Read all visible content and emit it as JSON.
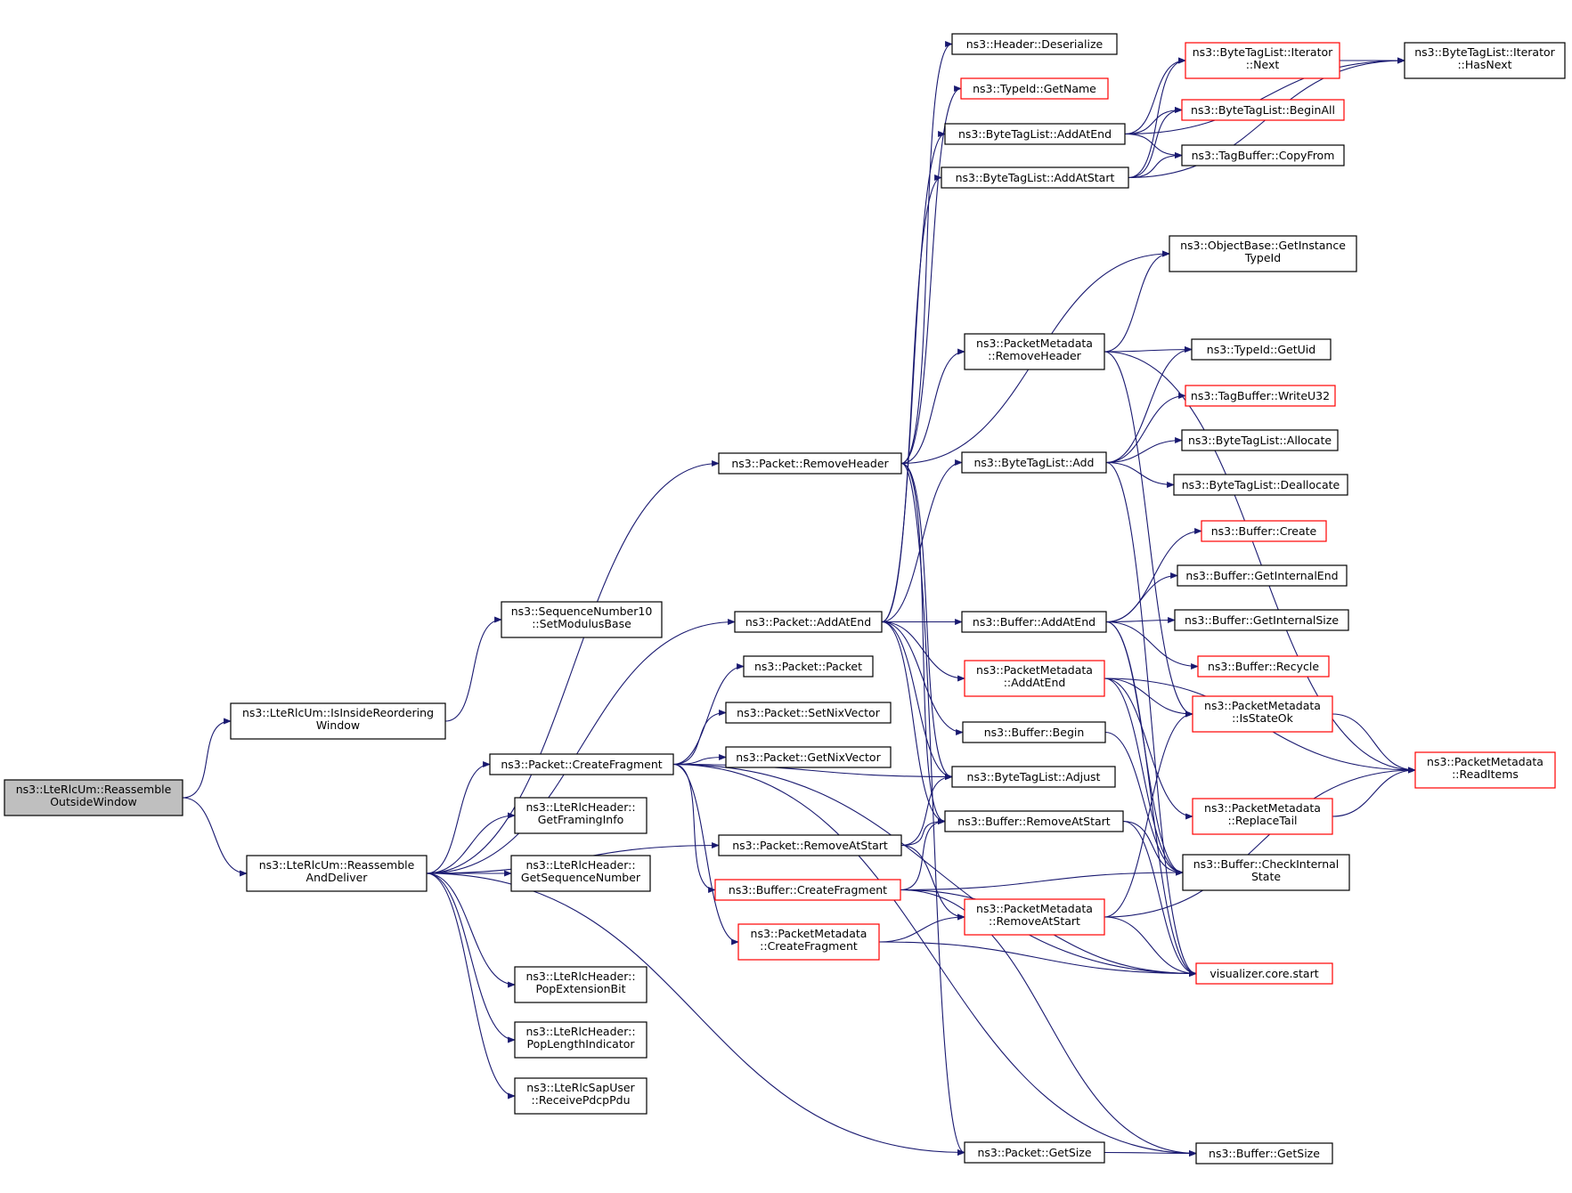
{
  "diagram": {
    "type": "call-graph",
    "colors": {
      "edge": "#191970",
      "node_border": "#000000",
      "node_border_linked": "#ff0000",
      "root_fill": "#bfbfbf",
      "background": "#ffffff"
    },
    "nodes": [
      {
        "id": "root",
        "lines": [
          "ns3::LteRlcUm::Reassemble",
          "OutsideWindow"
        ],
        "style": "root"
      },
      {
        "id": "isinside",
        "lines": [
          "ns3::LteRlcUm::IsInsideReordering",
          "Window"
        ],
        "style": "normal"
      },
      {
        "id": "reassembleDeliver",
        "lines": [
          "ns3::LteRlcUm::Reassemble",
          "AndDeliver"
        ],
        "style": "normal"
      },
      {
        "id": "seqSetMod",
        "lines": [
          "ns3::SequenceNumber10",
          "::SetModulusBase"
        ],
        "style": "normal"
      },
      {
        "id": "getFramingInfo",
        "lines": [
          "ns3::LteRlcHeader::",
          "GetFramingInfo"
        ],
        "style": "normal"
      },
      {
        "id": "getSeqNum",
        "lines": [
          "ns3::LteRlcHeader::",
          "GetSequenceNumber"
        ],
        "style": "normal"
      },
      {
        "id": "popExtBit",
        "lines": [
          "ns3::LteRlcHeader::",
          "PopExtensionBit"
        ],
        "style": "normal"
      },
      {
        "id": "popLenInd",
        "lines": [
          "ns3::LteRlcHeader::",
          "PopLengthIndicator"
        ],
        "style": "normal"
      },
      {
        "id": "recvPdcp",
        "lines": [
          "ns3::LteRlcSapUser",
          "::ReceivePdcpPdu"
        ],
        "style": "normal"
      },
      {
        "id": "pktRemoveHeader",
        "lines": [
          "ns3::Packet::RemoveHeader"
        ],
        "style": "normal"
      },
      {
        "id": "pktAddAtEnd",
        "lines": [
          "ns3::Packet::AddAtEnd"
        ],
        "style": "normal"
      },
      {
        "id": "pktPacket",
        "lines": [
          "ns3::Packet::Packet"
        ],
        "style": "normal"
      },
      {
        "id": "pktSetNix",
        "lines": [
          "ns3::Packet::SetNixVector"
        ],
        "style": "normal"
      },
      {
        "id": "pktGetNix",
        "lines": [
          "ns3::Packet::GetNixVector"
        ],
        "style": "normal"
      },
      {
        "id": "pktCreateFrag",
        "lines": [
          "ns3::Packet::CreateFragment"
        ],
        "style": "normal"
      },
      {
        "id": "pktRemoveAtStart",
        "lines": [
          "ns3::Packet::RemoveAtStart"
        ],
        "style": "normal"
      },
      {
        "id": "bufCreateFrag",
        "lines": [
          "ns3::Buffer::CreateFragment"
        ],
        "style": "linked"
      },
      {
        "id": "pmCreateFrag",
        "lines": [
          "ns3::PacketMetadata",
          "::CreateFragment"
        ],
        "style": "linked"
      },
      {
        "id": "headerDeser",
        "lines": [
          "ns3::Header::Deserialize"
        ],
        "style": "normal"
      },
      {
        "id": "typeGetName",
        "lines": [
          "ns3::TypeId::GetName"
        ],
        "style": "linked"
      },
      {
        "id": "btlAddAtEnd",
        "lines": [
          "ns3::ByteTagList::AddAtEnd"
        ],
        "style": "normal"
      },
      {
        "id": "btlAddAtStart",
        "lines": [
          "ns3::ByteTagList::AddAtStart"
        ],
        "style": "normal"
      },
      {
        "id": "pmRemoveHeader",
        "lines": [
          "ns3::PacketMetadata",
          "::RemoveHeader"
        ],
        "style": "normal"
      },
      {
        "id": "btlAdd",
        "lines": [
          "ns3::ByteTagList::Add"
        ],
        "style": "normal"
      },
      {
        "id": "bufAddAtEnd",
        "lines": [
          "ns3::Buffer::AddAtEnd"
        ],
        "style": "normal"
      },
      {
        "id": "pmAddAtEnd",
        "lines": [
          "ns3::PacketMetadata",
          "::AddAtEnd"
        ],
        "style": "linked"
      },
      {
        "id": "bufBegin",
        "lines": [
          "ns3::Buffer::Begin"
        ],
        "style": "normal"
      },
      {
        "id": "btlAdjust",
        "lines": [
          "ns3::ByteTagList::Adjust"
        ],
        "style": "normal"
      },
      {
        "id": "bufRemoveAtStart",
        "lines": [
          "ns3::Buffer::RemoveAtStart"
        ],
        "style": "normal"
      },
      {
        "id": "pmRemoveAtStart",
        "lines": [
          "ns3::PacketMetadata",
          "::RemoveAtStart"
        ],
        "style": "linked"
      },
      {
        "id": "pktGetSize",
        "lines": [
          "ns3::Packet::GetSize"
        ],
        "style": "normal"
      },
      {
        "id": "itNext",
        "lines": [
          "ns3::ByteTagList::Iterator",
          "::Next"
        ],
        "style": "linked"
      },
      {
        "id": "btlBeginAll",
        "lines": [
          "ns3::ByteTagList::BeginAll"
        ],
        "style": "linked"
      },
      {
        "id": "tbCopyFrom",
        "lines": [
          "ns3::TagBuffer::CopyFrom"
        ],
        "style": "normal"
      },
      {
        "id": "obGetInst",
        "lines": [
          "ns3::ObjectBase::GetInstance",
          "TypeId"
        ],
        "style": "normal"
      },
      {
        "id": "typeGetUid",
        "lines": [
          "ns3::TypeId::GetUid"
        ],
        "style": "normal"
      },
      {
        "id": "tbWriteU32",
        "lines": [
          "ns3::TagBuffer::WriteU32"
        ],
        "style": "linked"
      },
      {
        "id": "btlAllocate",
        "lines": [
          "ns3::ByteTagList::Allocate"
        ],
        "style": "normal"
      },
      {
        "id": "btlDeallocate",
        "lines": [
          "ns3::ByteTagList::Deallocate"
        ],
        "style": "normal"
      },
      {
        "id": "bufCreate",
        "lines": [
          "ns3::Buffer::Create"
        ],
        "style": "linked"
      },
      {
        "id": "bufGetIntEnd",
        "lines": [
          "ns3::Buffer::GetInternalEnd"
        ],
        "style": "normal"
      },
      {
        "id": "bufGetIntSize",
        "lines": [
          "ns3::Buffer::GetInternalSize"
        ],
        "style": "normal"
      },
      {
        "id": "bufRecycle",
        "lines": [
          "ns3::Buffer::Recycle"
        ],
        "style": "linked"
      },
      {
        "id": "pmIsStateOk",
        "lines": [
          "ns3::PacketMetadata",
          "::IsStateOk"
        ],
        "style": "linked"
      },
      {
        "id": "pmReplaceTail",
        "lines": [
          "ns3::PacketMetadata",
          "::ReplaceTail"
        ],
        "style": "linked"
      },
      {
        "id": "bufCheckInt",
        "lines": [
          "ns3::Buffer::CheckInternal",
          "State"
        ],
        "style": "normal"
      },
      {
        "id": "vizStart",
        "lines": [
          "visualizer.core.start"
        ],
        "style": "linked"
      },
      {
        "id": "bufGetSize",
        "lines": [
          "ns3::Buffer::GetSize"
        ],
        "style": "normal"
      },
      {
        "id": "itHasNext",
        "lines": [
          "ns3::ByteTagList::Iterator",
          "::HasNext"
        ],
        "style": "normal"
      },
      {
        "id": "pmReadItems",
        "lines": [
          "ns3::PacketMetadata",
          "::ReadItems"
        ],
        "style": "linked"
      }
    ],
    "edges": [
      [
        "root",
        "isinside"
      ],
      [
        "root",
        "reassembleDeliver"
      ],
      [
        "isinside",
        "seqSetMod"
      ],
      [
        "reassembleDeliver",
        "pktRemoveHeader"
      ],
      [
        "reassembleDeliver",
        "pktAddAtEnd"
      ],
      [
        "reassembleDeliver",
        "pktCreateFrag"
      ],
      [
        "reassembleDeliver",
        "getFramingInfo"
      ],
      [
        "reassembleDeliver",
        "getSeqNum"
      ],
      [
        "reassembleDeliver",
        "pktRemoveAtStart"
      ],
      [
        "reassembleDeliver",
        "popExtBit"
      ],
      [
        "reassembleDeliver",
        "popLenInd"
      ],
      [
        "reassembleDeliver",
        "recvPdcp"
      ],
      [
        "reassembleDeliver",
        "pktGetSize"
      ],
      [
        "pktRemoveHeader",
        "headerDeser"
      ],
      [
        "pktRemoveHeader",
        "typeGetName"
      ],
      [
        "pktRemoveHeader",
        "obGetInst"
      ],
      [
        "pktRemoveHeader",
        "pmRemoveHeader"
      ],
      [
        "pktRemoveHeader",
        "btlAdjust"
      ],
      [
        "pktRemoveHeader",
        "bufRemoveAtStart"
      ],
      [
        "pktRemoveHeader",
        "pktGetSize"
      ],
      [
        "pktAddAtEnd",
        "btlAddAtEnd"
      ],
      [
        "pktAddAtEnd",
        "btlAddAtStart"
      ],
      [
        "pktAddAtEnd",
        "btlAdd"
      ],
      [
        "pktAddAtEnd",
        "bufAddAtEnd"
      ],
      [
        "pktAddAtEnd",
        "pmAddAtEnd"
      ],
      [
        "pktAddAtEnd",
        "bufBegin"
      ],
      [
        "pktAddAtEnd",
        "btlAdjust"
      ],
      [
        "pktAddAtEnd",
        "bufRemoveAtStart"
      ],
      [
        "pktCreateFrag",
        "pktPacket"
      ],
      [
        "pktCreateFrag",
        "pktSetNix"
      ],
      [
        "pktCreateFrag",
        "pktGetNix"
      ],
      [
        "pktCreateFrag",
        "btlAdjust"
      ],
      [
        "pktCreateFrag",
        "bufCreateFrag"
      ],
      [
        "pktCreateFrag",
        "pmCreateFrag"
      ],
      [
        "pktCreateFrag",
        "vizStart"
      ],
      [
        "pktCreateFrag",
        "bufGetSize"
      ],
      [
        "pktRemoveAtStart",
        "btlAdjust"
      ],
      [
        "pktRemoveAtStart",
        "bufRemoveAtStart"
      ],
      [
        "pktRemoveAtStart",
        "pmRemoveAtStart"
      ],
      [
        "bufCreateFrag",
        "bufRemoveAtStart"
      ],
      [
        "bufCreateFrag",
        "bufCheckInt"
      ],
      [
        "bufCreateFrag",
        "vizStart"
      ],
      [
        "bufCreateFrag",
        "bufGetSize"
      ],
      [
        "pmCreateFrag",
        "pmRemoveAtStart"
      ],
      [
        "pmCreateFrag",
        "vizStart"
      ],
      [
        "btlAddAtEnd",
        "itNext"
      ],
      [
        "btlAddAtEnd",
        "btlBeginAll"
      ],
      [
        "btlAddAtEnd",
        "tbCopyFrom"
      ],
      [
        "btlAddAtEnd",
        "itHasNext"
      ],
      [
        "btlAddAtStart",
        "itNext"
      ],
      [
        "btlAddAtStart",
        "btlBeginAll"
      ],
      [
        "btlAddAtStart",
        "tbCopyFrom"
      ],
      [
        "btlAddAtStart",
        "itHasNext"
      ],
      [
        "itNext",
        "itHasNext"
      ],
      [
        "pmRemoveHeader",
        "obGetInst"
      ],
      [
        "pmRemoveHeader",
        "typeGetUid"
      ],
      [
        "pmRemoveHeader",
        "pmReadItems"
      ],
      [
        "pmRemoveHeader",
        "pmIsStateOk"
      ],
      [
        "btlAdd",
        "typeGetUid"
      ],
      [
        "btlAdd",
        "tbWriteU32"
      ],
      [
        "btlAdd",
        "btlAllocate"
      ],
      [
        "btlAdd",
        "btlDeallocate"
      ],
      [
        "btlAdd",
        "vizStart"
      ],
      [
        "bufAddAtEnd",
        "bufCreate"
      ],
      [
        "bufAddAtEnd",
        "bufGetIntEnd"
      ],
      [
        "bufAddAtEnd",
        "bufGetIntSize"
      ],
      [
        "bufAddAtEnd",
        "bufRecycle"
      ],
      [
        "bufAddAtEnd",
        "bufCheckInt"
      ],
      [
        "bufAddAtEnd",
        "vizStart"
      ],
      [
        "pmAddAtEnd",
        "pmIsStateOk"
      ],
      [
        "pmAddAtEnd",
        "pmReadItems"
      ],
      [
        "pmAddAtEnd",
        "pmReplaceTail"
      ],
      [
        "pmAddAtEnd",
        "bufCheckInt"
      ],
      [
        "bufBegin",
        "bufCheckInt"
      ],
      [
        "bufRemoveAtStart",
        "bufCheckInt"
      ],
      [
        "bufRemoveAtStart",
        "vizStart"
      ],
      [
        "pmRemoveAtStart",
        "pmIsStateOk"
      ],
      [
        "pmRemoveAtStart",
        "pmReadItems"
      ],
      [
        "pmRemoveAtStart",
        "vizStart"
      ],
      [
        "pmIsStateOk",
        "pmReadItems"
      ],
      [
        "pmReplaceTail",
        "pmReadItems"
      ],
      [
        "pktGetSize",
        "bufGetSize"
      ]
    ]
  }
}
